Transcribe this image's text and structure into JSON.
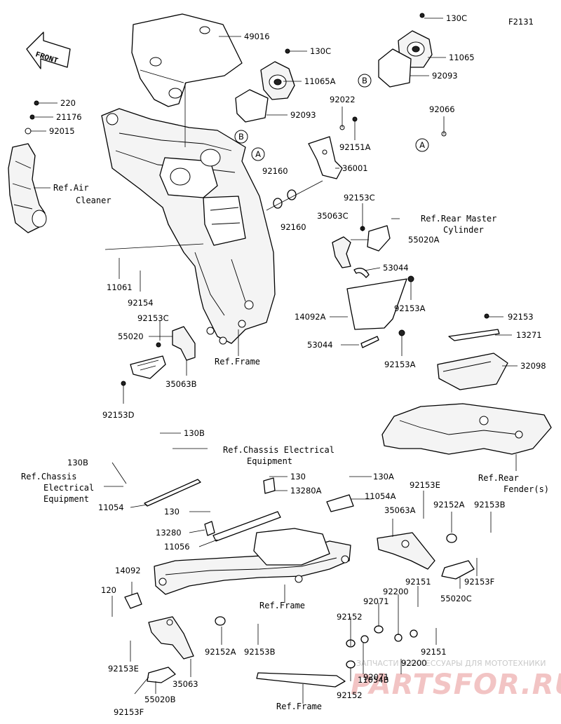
{
  "figure_code": "F2131",
  "front_badge": "FRONT",
  "callouts": [
    {
      "id": "a1",
      "letter": "A"
    },
    {
      "id": "a2",
      "letter": "A"
    },
    {
      "id": "b1",
      "letter": "B"
    },
    {
      "id": "b2",
      "letter": "B"
    }
  ],
  "part_labels": [
    {
      "id": "p49016",
      "text": "49016"
    },
    {
      "id": "p130c_1",
      "text": "130C"
    },
    {
      "id": "p11065a",
      "text": "11065A"
    },
    {
      "id": "p92093_1",
      "text": "92093"
    },
    {
      "id": "p130c_2",
      "text": "130C"
    },
    {
      "id": "p11065",
      "text": "11065"
    },
    {
      "id": "p92093_2",
      "text": "92093"
    },
    {
      "id": "p220",
      "text": "220"
    },
    {
      "id": "p21176",
      "text": "21176"
    },
    {
      "id": "p92015",
      "text": "92015"
    },
    {
      "id": "p92022",
      "text": "92022"
    },
    {
      "id": "p92066",
      "text": "92066"
    },
    {
      "id": "p92151a_1",
      "text": "92151A"
    },
    {
      "id": "p92160_1",
      "text": "92160"
    },
    {
      "id": "p36001",
      "text": "36001"
    },
    {
      "id": "p92160_2",
      "text": "92160"
    },
    {
      "id": "p92153c_1",
      "text": "92153C"
    },
    {
      "id": "p35063c",
      "text": "35063C"
    },
    {
      "id": "p55020a",
      "text": "55020A"
    },
    {
      "id": "p53044_1",
      "text": "53044"
    },
    {
      "id": "p11061",
      "text": "11061"
    },
    {
      "id": "p92154",
      "text": "92154"
    },
    {
      "id": "p92153a_1",
      "text": "92153A"
    },
    {
      "id": "p14092a",
      "text": "14092A"
    },
    {
      "id": "p92153c_2",
      "text": "92153C"
    },
    {
      "id": "p55020",
      "text": "55020"
    },
    {
      "id": "p53044_2",
      "text": "53044"
    },
    {
      "id": "p92153a_2",
      "text": "92153A"
    },
    {
      "id": "p92153_1",
      "text": "92153"
    },
    {
      "id": "p13271",
      "text": "13271"
    },
    {
      "id": "p35063b",
      "text": "35063B"
    },
    {
      "id": "p32098",
      "text": "32098"
    },
    {
      "id": "p92153d",
      "text": "92153D"
    },
    {
      "id": "p130b_1",
      "text": "130B"
    },
    {
      "id": "p130b_2",
      "text": "130B"
    },
    {
      "id": "p11054",
      "text": "11054"
    },
    {
      "id": "p130_1",
      "text": "130"
    },
    {
      "id": "p13280a",
      "text": "13280A"
    },
    {
      "id": "p130a",
      "text": "130A"
    },
    {
      "id": "p11054a",
      "text": "11054A"
    },
    {
      "id": "p130_2",
      "text": "130"
    },
    {
      "id": "p13280",
      "text": "13280"
    },
    {
      "id": "p11056",
      "text": "11056"
    },
    {
      "id": "p92153e_1",
      "text": "92153E"
    },
    {
      "id": "p35063a",
      "text": "35063A"
    },
    {
      "id": "p92152a_1",
      "text": "92152A"
    },
    {
      "id": "p92153b_1",
      "text": "92153B"
    },
    {
      "id": "p92153f_1",
      "text": "92153F"
    },
    {
      "id": "p14092",
      "text": "14092"
    },
    {
      "id": "p120",
      "text": "120"
    },
    {
      "id": "p92151_1",
      "text": "92151"
    },
    {
      "id": "p55020c",
      "text": "55020C"
    },
    {
      "id": "p92200_1",
      "text": "92200"
    },
    {
      "id": "p92071_1",
      "text": "92071"
    },
    {
      "id": "p92152_1",
      "text": "92152"
    },
    {
      "id": "p92152a_2",
      "text": "92152A"
    },
    {
      "id": "p92153b_2",
      "text": "92153B"
    },
    {
      "id": "p92153e_2",
      "text": "92153E"
    },
    {
      "id": "p92151_2",
      "text": "92151"
    },
    {
      "id": "p92071_2",
      "text": "92071"
    },
    {
      "id": "p92200_2",
      "text": "92200"
    },
    {
      "id": "p35063",
      "text": "35063"
    },
    {
      "id": "p11054b",
      "text": "11054B"
    },
    {
      "id": "p55020b",
      "text": "55020B"
    },
    {
      "id": "p92152_2",
      "text": "92152"
    },
    {
      "id": "p92153f_2",
      "text": "92153F"
    }
  ],
  "reference_labels": [
    {
      "id": "r_air_1",
      "text": "Ref.Air"
    },
    {
      "id": "r_air_2",
      "text": "Cleaner"
    },
    {
      "id": "r_rmc_1",
      "text": "Ref.Rear Master"
    },
    {
      "id": "r_rmc_2",
      "text": "Cylinder"
    },
    {
      "id": "r_frame_1",
      "text": "Ref.Frame"
    },
    {
      "id": "r_fender_1",
      "text": "Ref.Rear"
    },
    {
      "id": "r_fender_2",
      "text": "Fender(s)"
    },
    {
      "id": "r_cee_1",
      "text": "Ref.Chassis Electrical"
    },
    {
      "id": "r_cee_2",
      "text": "Equipment"
    },
    {
      "id": "r_cee_3",
      "text": "Ref.Chassis"
    },
    {
      "id": "r_cee_4",
      "text": "Electrical"
    },
    {
      "id": "r_cee_5",
      "text": "Equipment"
    },
    {
      "id": "r_frame_2",
      "text": "Ref.Frame"
    },
    {
      "id": "r_frame_3",
      "text": "Ref.Frame"
    }
  ],
  "watermark": {
    "line1": "ЗАПЧАСТИ И АКСЕССУАРЫ ДЛЯ МОТОТЕХНИКИ",
    "line2": "PARTSFOR.RU"
  }
}
